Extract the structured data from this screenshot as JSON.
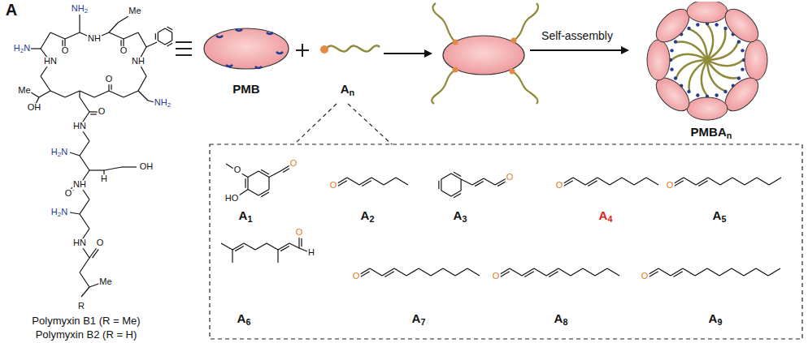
{
  "diagram": {
    "nodes": [
      {
        "text": [
          "PMB"
        ]
      },
      {
        "text": [
          "An"
        ]
      },
      {
        "text": [
          "PMBAn"
        ]
      }
    ],
    "labels": [
      "A",
      "NH2",
      "Me",
      "H2N",
      "NH2",
      "Me",
      "OH",
      "H2N",
      "OH",
      "H",
      "H2N",
      "Me",
      "R",
      "O",
      "O",
      "O",
      "O",
      "O",
      "O",
      "HN",
      "NH",
      "NH",
      "HN",
      "NH",
      "HN",
      "Polymyxin B1 (R = Me)",
      "Polymyxin B2 (R = H)",
      "Self-assembly",
      "HO",
      "O",
      "O",
      "O",
      "O",
      "O",
      "O",
      "O",
      "H",
      "O",
      "O",
      "O",
      "A1",
      "A2",
      "A3",
      "A4",
      "A5",
      "A6",
      "A7",
      "A8",
      "A9"
    ]
  }
}
